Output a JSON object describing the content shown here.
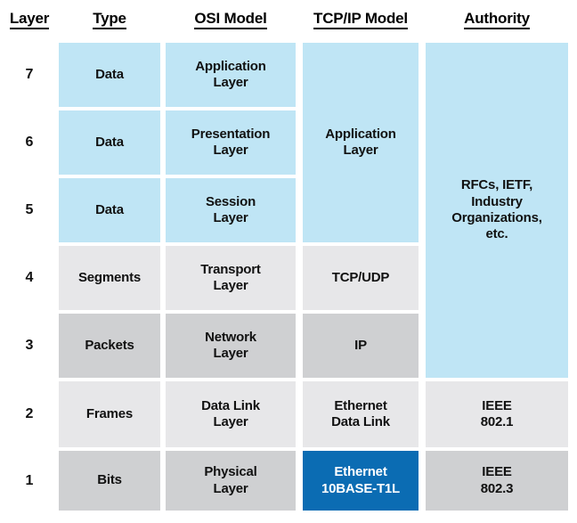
{
  "figure": {
    "kind": "osi-tcpip-layer-table",
    "colors": {
      "blue_fill": "#bfe5f5",
      "gray_light": "#e7e7e9",
      "gray_dark": "#cfd0d2",
      "accent_blue": "#0b6cb3",
      "accent_text": "#ffffff",
      "text": "#111111",
      "background": "#ffffff"
    }
  },
  "headers": [
    {
      "key": "layer",
      "label": "Layer"
    },
    {
      "key": "type",
      "label": "Type"
    },
    {
      "key": "osi",
      "label": "OSI Model"
    },
    {
      "key": "tcpip",
      "label": "TCP/IP Model"
    },
    {
      "key": "authority",
      "label": "Authority"
    }
  ],
  "rows": [
    {
      "layer": "7",
      "type": "Data",
      "osi_line1": "Application",
      "osi_line2": "Layer"
    },
    {
      "layer": "6",
      "type": "Data",
      "osi_line1": "Presentation",
      "osi_line2": "Layer"
    },
    {
      "layer": "5",
      "type": "Data",
      "osi_line1": "Session",
      "osi_line2": "Layer"
    },
    {
      "layer": "4",
      "type": "Segments",
      "osi_line1": "Transport",
      "osi_line2": "Layer"
    },
    {
      "layer": "3",
      "type": "Packets",
      "osi_line1": "Network",
      "osi_line2": "Layer"
    },
    {
      "layer": "2",
      "type": "Frames",
      "osi_line1": "Data Link",
      "osi_line2": "Layer"
    },
    {
      "layer": "1",
      "type": "Bits",
      "osi_line1": "Physical",
      "osi_line2": "Layer"
    }
  ],
  "tcpip": {
    "application": {
      "line1": "Application",
      "line2": "Layer",
      "spans_layers": [
        7,
        6,
        5
      ]
    },
    "transport": {
      "line1": "TCP/UDP",
      "line2": "",
      "spans_layers": [
        4
      ]
    },
    "internet": {
      "line1": "IP",
      "line2": "",
      "spans_layers": [
        3
      ]
    },
    "datalink": {
      "line1": "Ethernet",
      "line2": "Data Link",
      "spans_layers": [
        2
      ]
    },
    "physical": {
      "line1": "Ethernet",
      "line2": "10BASE-T1L",
      "spans_layers": [
        1
      ],
      "highlighted": true
    }
  },
  "authority": {
    "standards_body": {
      "line1": "RFCs, IETF,",
      "line2": "Industry",
      "line3": "Organizations,",
      "line4": "etc.",
      "spans_layers": [
        7,
        6,
        5,
        4,
        3
      ]
    },
    "ieee_8021": {
      "line1": "IEEE",
      "line2": "802.1",
      "spans_layers": [
        2
      ]
    },
    "ieee_8023": {
      "line1": "IEEE",
      "line2": "802.3",
      "spans_layers": [
        1
      ]
    }
  }
}
